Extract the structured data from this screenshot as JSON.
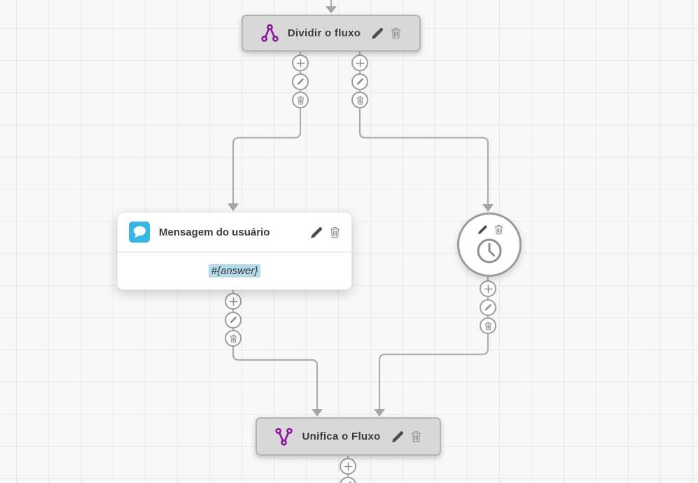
{
  "canvas": {
    "background_color": "#f8f8f9",
    "grid_line_color": "#e7e9f0",
    "connector_color": "#adadad"
  },
  "colors": {
    "node_fill": "#d8d8d8",
    "node_border": "#b4b4b4",
    "accent_purple": "#8e189d",
    "accent_blue": "#35b6e5",
    "variable_highlight": "#b5dbeb"
  },
  "nodes": {
    "split": {
      "title": "Dividir o fluxo",
      "icon": "split-flow-icon"
    },
    "user_message": {
      "title": "Mensagem do usuário",
      "icon": "chat-bubble-icon",
      "body_value": "#{answer}"
    },
    "timer": {
      "icon": "clock-icon"
    },
    "merge": {
      "title": "Unifica o Fluxo",
      "icon": "merge-flow-icon"
    }
  }
}
